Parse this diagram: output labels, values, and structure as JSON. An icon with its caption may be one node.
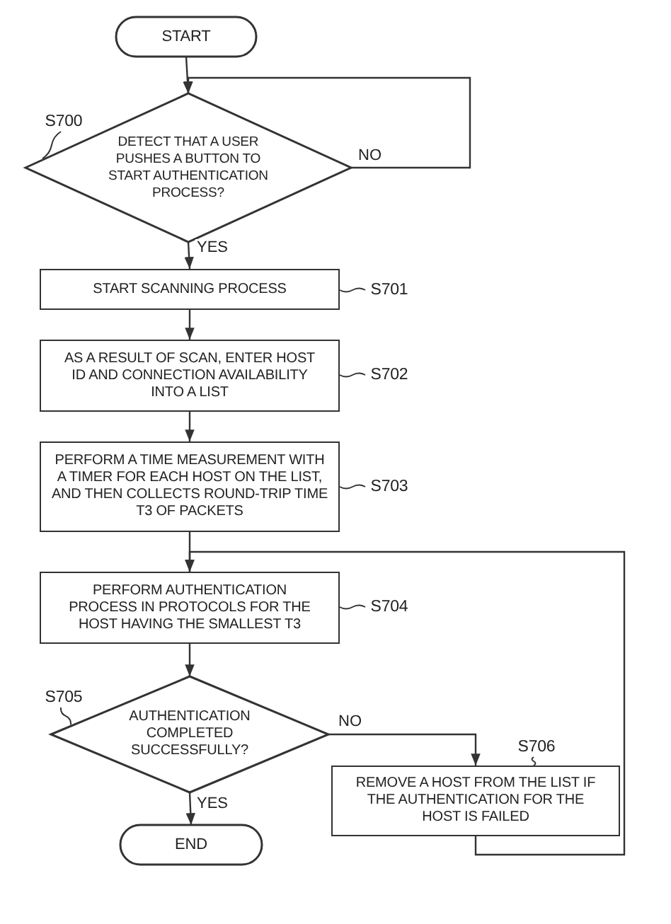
{
  "diagram": {
    "nodes": [
      {
        "text": [
          "START"
        ]
      },
      {
        "text": [
          "DETECT THAT A USER PUSHES A BUTTON TO START AUTHENTICATION PROCESS?"
        ]
      },
      {
        "text": [
          "START SCANNING PROCESS"
        ]
      },
      {
        "text": [
          "AS A RESULT OF SCAN, ENTER HOST ID AND CONNECTION AVAILABILITY INTO A LIST"
        ]
      },
      {
        "text": [
          "PERFORM A TIME MEASUREMENT WITH A TIMER FOR EACH HOST ON THE LIST, AND THEN COLLECTS ROUND-TRIP TIME T3 OF PACKETS"
        ]
      },
      {
        "text": [
          "PERFORM AUTHENTICATION PROCESS IN PROTOCOLS FOR THE HOST HAVING THE SMALLEST T3"
        ]
      },
      {
        "text": [
          "AUTHENTICATION COMPLETED SUCCESSFULLY?"
        ]
      },
      {
        "text": [
          "REMOVE A HOST FROM THE LIST IF THE AUTHENTICATION FOR THE HOST IS FAILED"
        ]
      },
      {
        "text": [
          "END"
        ]
      },
      {
        "text": [
          "S700"
        ]
      },
      {
        "text": [
          "S701"
        ]
      },
      {
        "text": [
          "S702"
        ]
      },
      {
        "text": [
          "S703"
        ]
      },
      {
        "text": [
          "S704"
        ]
      },
      {
        "text": [
          "S705"
        ]
      },
      {
        "text": [
          "S706"
        ]
      }
    ],
    "edges": [
      {
        "from": 0,
        "to": 1,
        "arrow": "to"
      },
      {
        "from": 1,
        "to": 1,
        "arrow": "to",
        "label": "NO"
      },
      {
        "from": 1,
        "to": 2,
        "arrow": "to",
        "label": "YES"
      },
      {
        "from": 2,
        "to": 3,
        "arrow": "to"
      },
      {
        "from": 3,
        "to": 4,
        "arrow": "to"
      },
      {
        "from": 4,
        "to": 5,
        "arrow": "to"
      },
      {
        "from": 5,
        "to": 6,
        "arrow": "to"
      },
      {
        "from": 6,
        "to": 7,
        "arrow": "to",
        "label": "NO"
      },
      {
        "from": 6,
        "to": 8,
        "arrow": "to",
        "label": "YES"
      },
      {
        "from": 7,
        "to": 5,
        "arrow": "to"
      },
      {
        "from": 9,
        "to": 1,
        "arrow": "none"
      },
      {
        "from": 10,
        "to": 2,
        "arrow": "none"
      },
      {
        "from": 11,
        "to": 3,
        "arrow": "none"
      },
      {
        "from": 12,
        "to": 4,
        "arrow": "none"
      },
      {
        "from": 13,
        "to": 5,
        "arrow": "none"
      },
      {
        "from": 14,
        "to": 6,
        "arrow": "none"
      },
      {
        "from": 15,
        "to": 7,
        "arrow": "none"
      }
    ]
  }
}
